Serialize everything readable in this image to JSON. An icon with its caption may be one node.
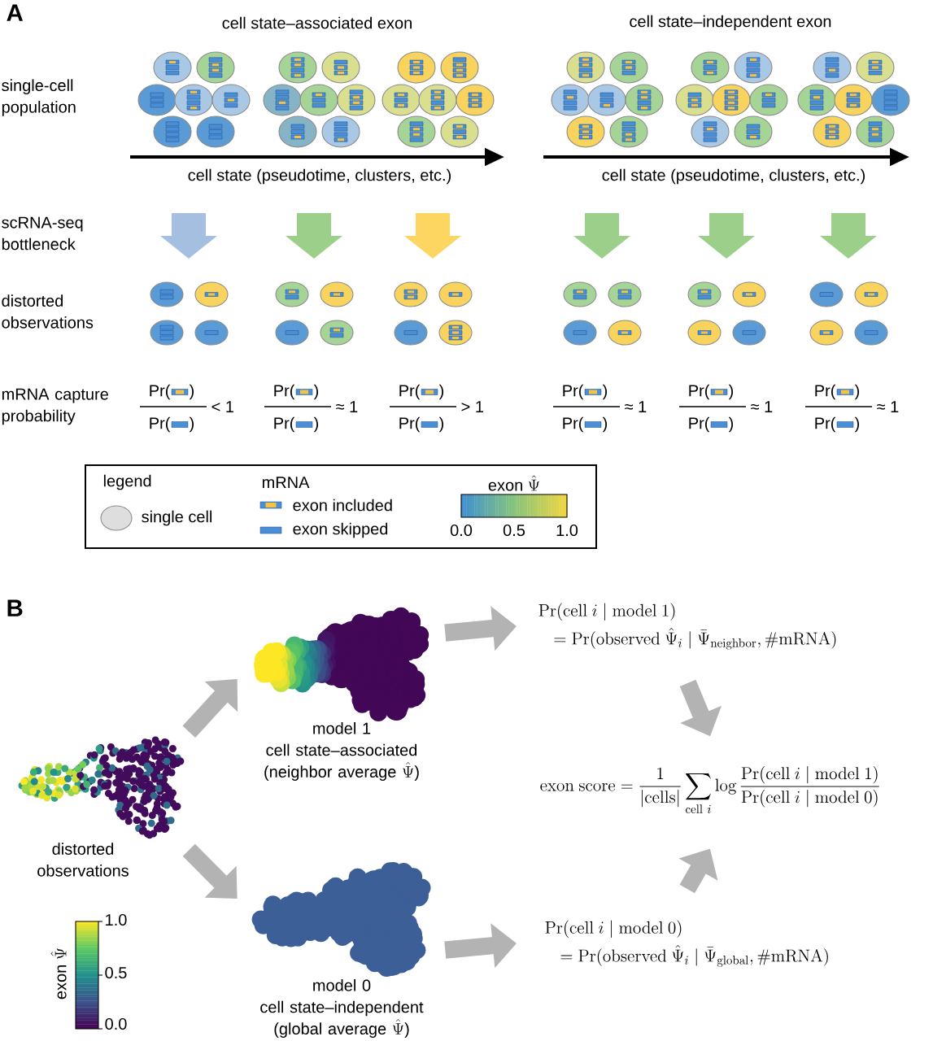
{
  "diagram": {
    "nodes": [
      {
        "text": [
          "distorted observations"
        ]
      },
      {
        "text": [
          "model 1",
          "cell state–associated",
          "\\text{(neighbor average }\\hat{\\Psi}\\text{)}"
        ]
      },
      {
        "text": [
          "model 0",
          "cell state–independent",
          "\\text{(global average }\\hat{\\Psi}\\text{)}"
        ]
      },
      {
        "text": [
          "\\mathrm{Pr}(\\mathrm{cell}\\ i \\mid \\mathrm{model}\\ 1)",
          "= \\mathrm{Pr}(\\mathrm{observed}\\ \\hat{\\Psi}_i \\mid \\bar{\\Psi}_{\\mathrm{neighbor}}, \\#\\mathrm{mRNA})"
        ]
      },
      {
        "text": [
          "\\mathrm{exon\\ score} = \\frac{1}{|\\mathrm{cells}|} \\sum_{\\mathrm{cell}\\ i} \\log \\frac{\\mathrm{Pr}(\\mathrm{cell}\\ i \\mid \\mathrm{model}\\ 1)}{\\mathrm{Pr}(\\mathrm{cell}\\ i \\mid \\mathrm{model}\\ 0)}"
        ]
      },
      {
        "text": [
          "\\mathrm{Pr}(\\mathrm{cell}\\ i \\mid \\mathrm{model}\\ 0)",
          "= \\mathrm{Pr}(\\mathrm{observed}\\ \\hat{\\Psi}_i \\mid \\bar{\\Psi}_{\\mathrm{global}}, \\#\\mathrm{mRNA})"
        ]
      }
    ],
    "edges": [
      {
        "from": 0,
        "to": 1,
        "arrow": "to"
      },
      {
        "from": 0,
        "to": 2,
        "arrow": "to"
      },
      {
        "from": 1,
        "to": 3,
        "arrow": "to"
      },
      {
        "from": 2,
        "to": 5,
        "arrow": "to"
      },
      {
        "from": 3,
        "to": 4,
        "arrow": "to"
      },
      {
        "from": 5,
        "to": 4,
        "arrow": "to"
      }
    ],
    "labels": [
      "A",
      "cell state–associated exon",
      "cell state–independent exon",
      "single-cell population",
      "cell state (pseudotime, clusters, etc.)",
      "cell state (pseudotime, clusters, etc.)",
      "scRNA-seq bottleneck",
      "distorted observations",
      "mRNA capture probability",
      "Pr(",
      ")",
      "< 1",
      "Pr(",
      ")",
      "Pr(",
      ")",
      "≈ 1",
      "Pr(",
      ")",
      "Pr(",
      ")",
      "> 1",
      "Pr(",
      ")",
      "Pr(",
      ")",
      "≈ 1",
      "Pr(",
      ")",
      "Pr(",
      ")",
      "≈ 1",
      "Pr(",
      ")",
      "Pr(",
      ")",
      "≈ 1",
      "Pr(",
      ")",
      "legend",
      "mRNA",
      "\\text{exon }\\hat{\\Psi}",
      "0.0",
      "0.5",
      "1.0",
      "B",
      "\\text{exon }\\hat{\\Psi}",
      "1.0",
      "0.5",
      "0.0"
    ],
    "legend": [
      {
        "text": "single cell"
      },
      {
        "text": "exon included"
      },
      {
        "text": "exon skipped"
      }
    ]
  }
}
